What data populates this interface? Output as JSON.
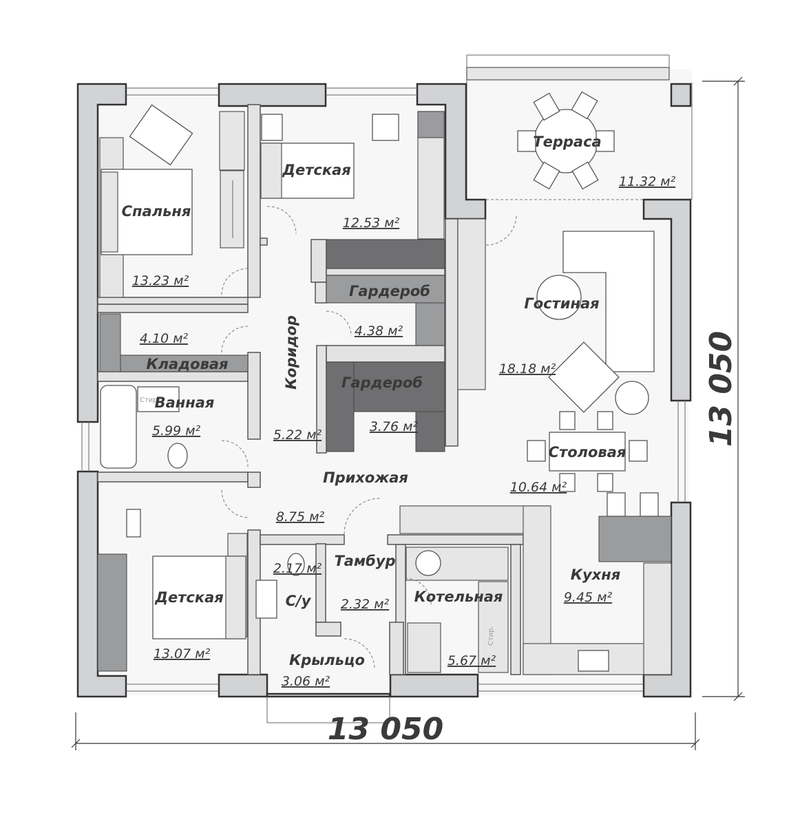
{
  "dimensions": {
    "width_label": "13 050",
    "height_label": "13 050"
  },
  "rooms": [
    {
      "id": "bedroom",
      "name": "Спальня",
      "area": "13.23 м²"
    },
    {
      "id": "kids1",
      "name": "Детская",
      "area": "12.53 м²"
    },
    {
      "id": "terrace",
      "name": "Терраса",
      "area": "11.32 м²"
    },
    {
      "id": "storage",
      "name": "Кладовая",
      "area": "4.10 м²"
    },
    {
      "id": "wardrobe1",
      "name": "Гардероб",
      "area": "4.38 м²"
    },
    {
      "id": "living",
      "name": "Гостиная",
      "area": "18.18 м²"
    },
    {
      "id": "corridor",
      "name": "Коридор",
      "area": "5.22 м²"
    },
    {
      "id": "bath",
      "name": "Ванная",
      "area": "5.99 м²"
    },
    {
      "id": "wardrobe2",
      "name": "Гардероб",
      "area": "3.76 м²"
    },
    {
      "id": "dining",
      "name": "Столовая",
      "area": "10.64 м²"
    },
    {
      "id": "hall",
      "name": "Прихожая",
      "area": "8.75 м²"
    },
    {
      "id": "kids2",
      "name": "Детская",
      "area": "13.07 м²"
    },
    {
      "id": "wc",
      "name": "С/у",
      "area": "2.17 м²"
    },
    {
      "id": "vestibule",
      "name": "Тамбур",
      "area": "2.32 м²"
    },
    {
      "id": "boiler",
      "name": "Котельная",
      "area": "5.67 м²"
    },
    {
      "id": "kitchen",
      "name": "Кухня",
      "area": "9.45 м²"
    },
    {
      "id": "porch",
      "name": "Крыльцо",
      "area": "3.06 м²"
    }
  ],
  "appliance_labels": {
    "washer1": "Стир.",
    "washer2": "Стир."
  }
}
